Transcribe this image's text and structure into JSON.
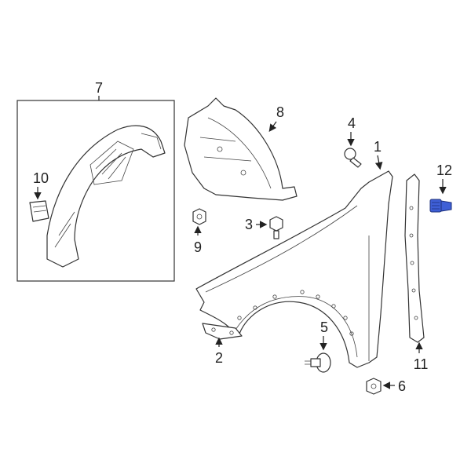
{
  "diagram": {
    "callouts": {
      "c1": "1",
      "c2": "2",
      "c3": "3",
      "c4": "4",
      "c5": "5",
      "c6": "6",
      "c7": "7",
      "c8": "8",
      "c9": "9",
      "c10": "10",
      "c11": "11",
      "c12": "12"
    },
    "highlight_color": "#3e5fd6",
    "highlighted_part": "12"
  }
}
